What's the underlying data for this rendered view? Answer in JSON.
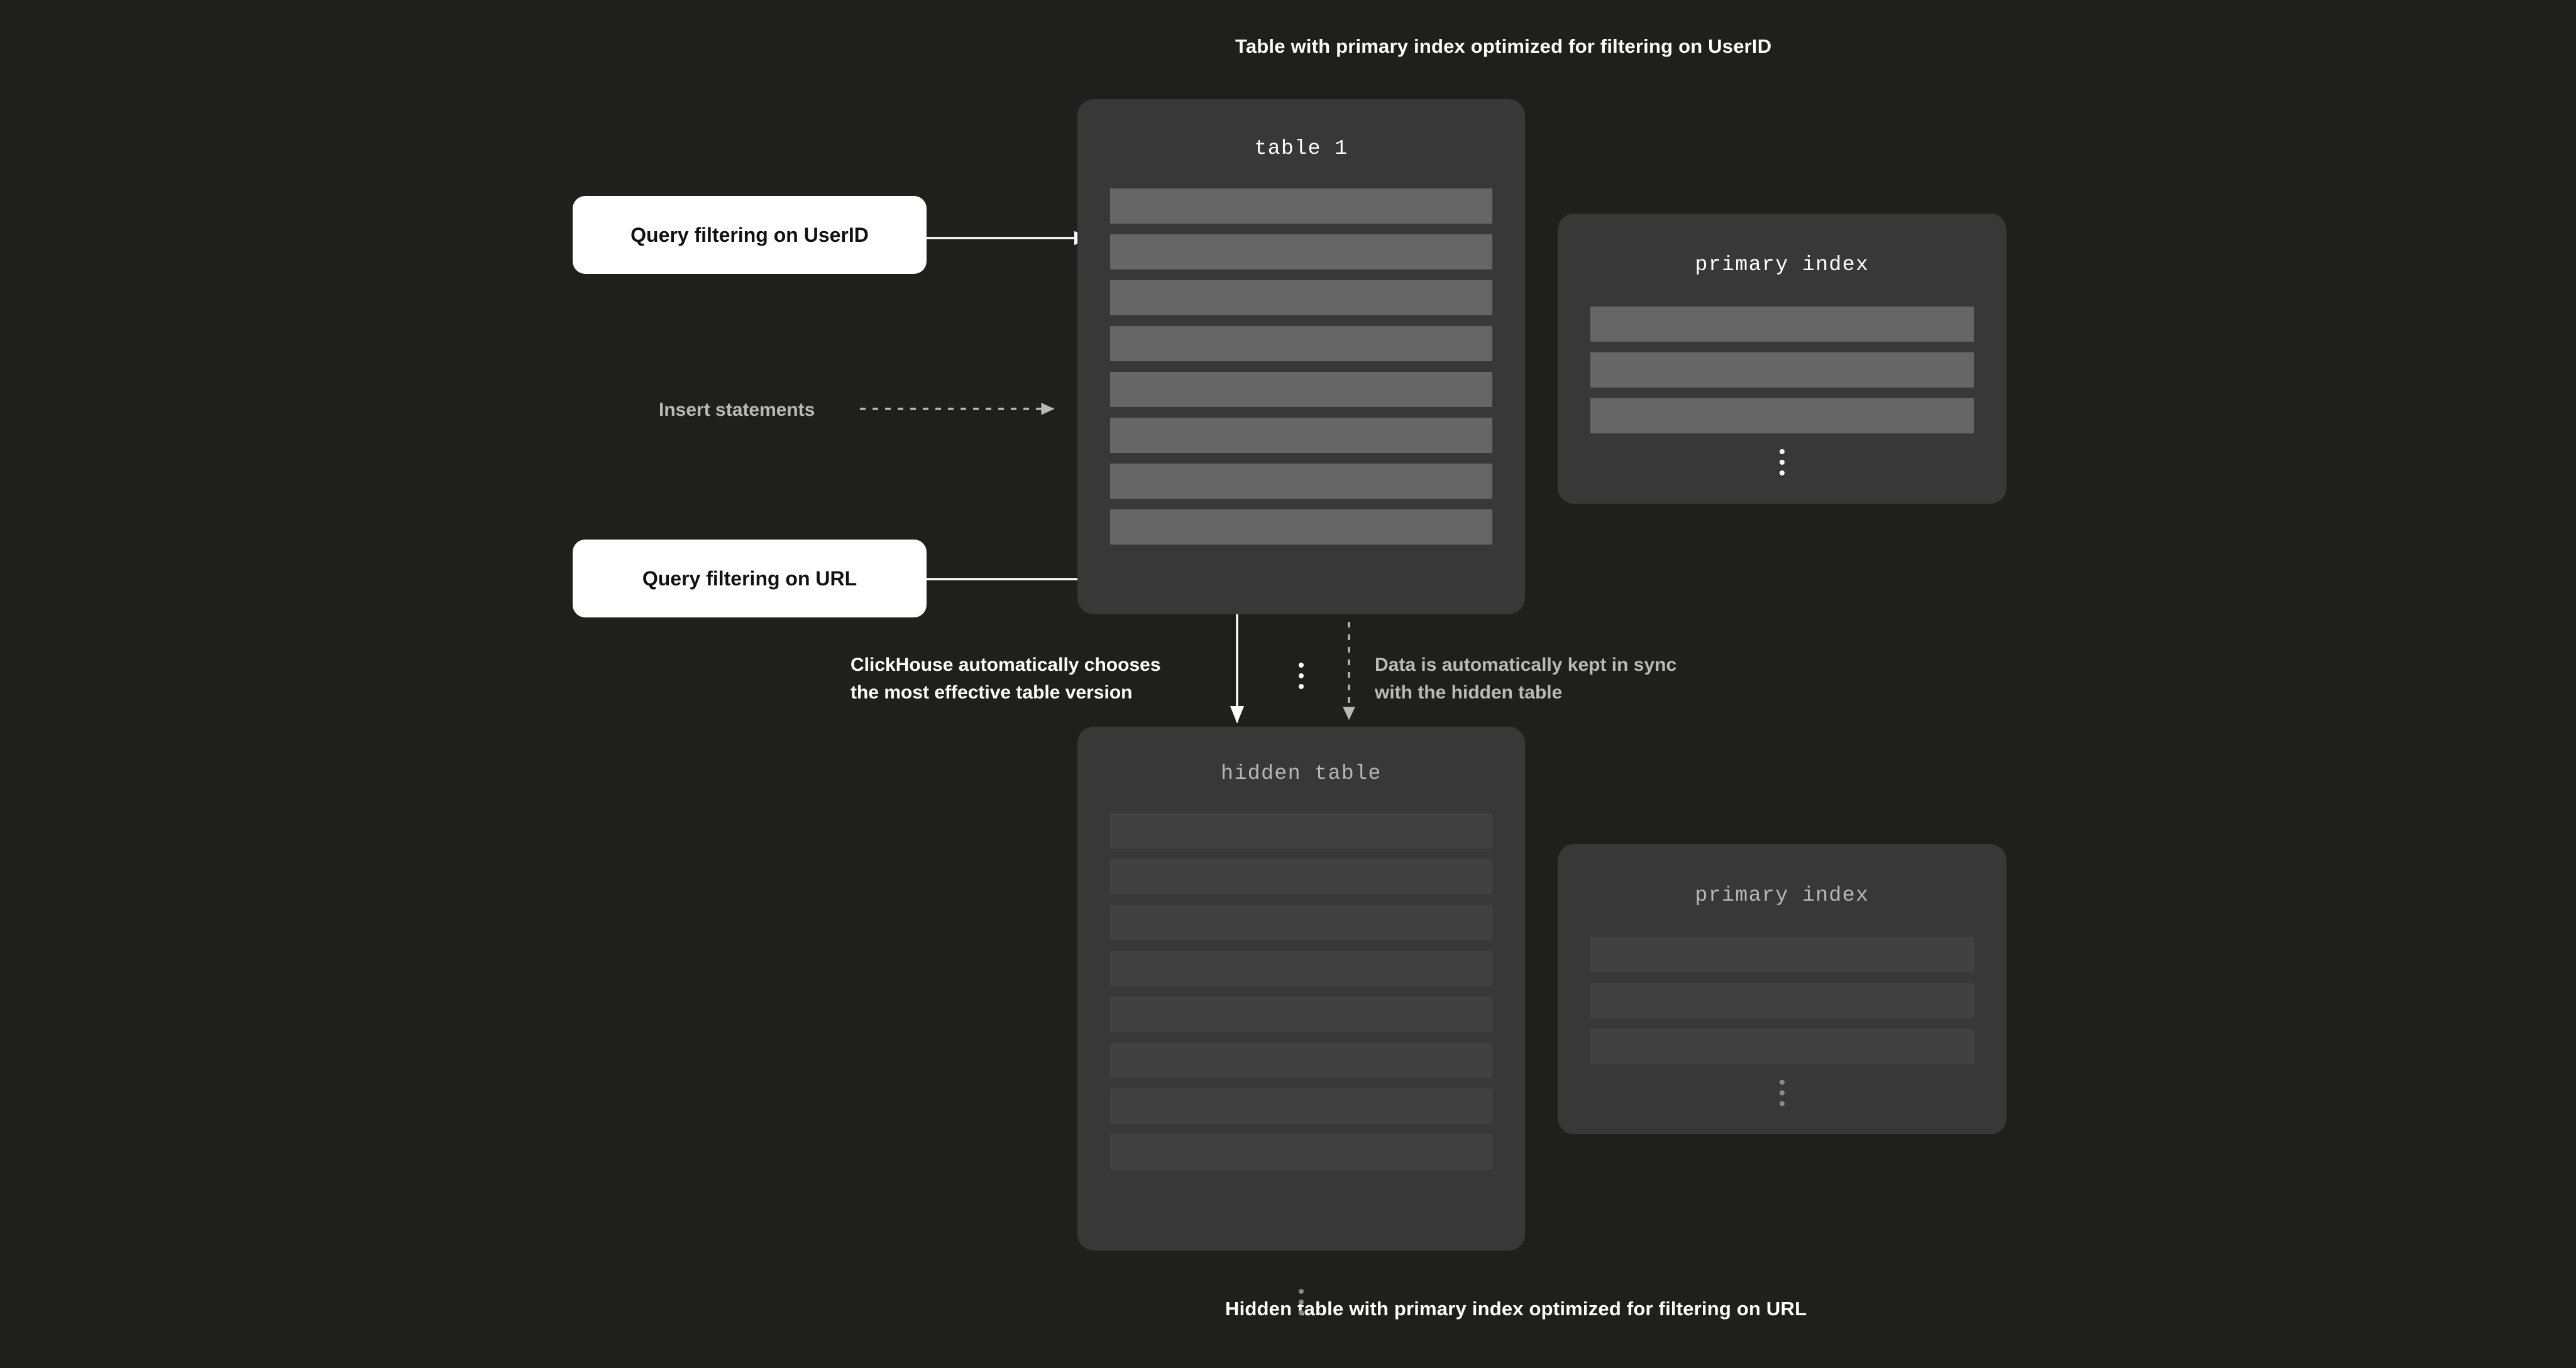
{
  "diagram": {
    "background_color": "#1f1f1e",
    "caption_top": "Table with primary index optimized for filtering on UserID",
    "caption_bottom": "Hidden table with primary index optimized for filtering on URL"
  },
  "tables": {
    "primary": {
      "title": "table 1",
      "row_count": 8,
      "row_color": "#666666",
      "ellipsis": "vertical-ellipsis"
    },
    "hidden": {
      "title": "hidden table",
      "row_count": 8,
      "row_color": "#414141",
      "ellipsis": "vertical-ellipsis"
    }
  },
  "indexes": {
    "top": {
      "title": "primary index",
      "row_count": 3,
      "row_color": "#666666"
    },
    "bottom": {
      "title": "primary index",
      "row_count": 3,
      "row_color": "#414141"
    }
  },
  "queries": {
    "userid": "Query filtering on UserID",
    "url": "Query filtering on URL"
  },
  "annotations": {
    "insert": "Insert statements",
    "choose_line1": "ClickHouse automatically chooses",
    "choose_line2": "the most effective table version",
    "sync_line1": "Data is automatically kept in sync",
    "sync_line2": "with the hidden table"
  },
  "colors": {
    "bubble_bg": "#ffffff",
    "bubble_text": "#111111",
    "card_bg": "#383838",
    "accent_white": "#ffffff",
    "muted_grey": "#b9b9b9"
  }
}
